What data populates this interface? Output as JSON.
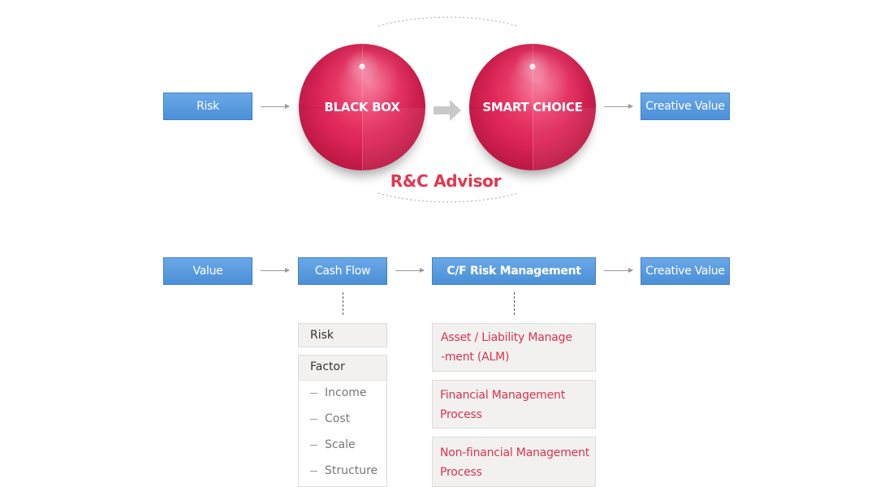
{
  "top": {
    "input_label": "Risk",
    "sphere_left_label": "BLACK BOX",
    "sphere_right_label": "SMART CHOICE",
    "output_label": "Creative Value",
    "advisor_label": "R&C Advisor"
  },
  "bottom": {
    "input_label": "Value",
    "cash_flow_label": "Cash Flow",
    "cf_risk_label": "C/F Risk Management",
    "output_label": "Creative Value",
    "risk_label": "Risk",
    "factor_label": "Factor",
    "factors": [
      "Income",
      "Cost",
      "Scale",
      "Structure"
    ],
    "alm_line1": "Asset / Liability Manage",
    "alm_line2": "-ment (ALM)",
    "financial_line1": "Financial Management",
    "financial_line2": "Process",
    "nonfinancial_line1": "Non-financial Management",
    "nonfinancial_line2": "Process"
  },
  "colors": {
    "blue": "#5a9be0",
    "sphere_red": "#dc2556",
    "advisor_red": "#e2374f",
    "text_red": "#d6344f"
  }
}
